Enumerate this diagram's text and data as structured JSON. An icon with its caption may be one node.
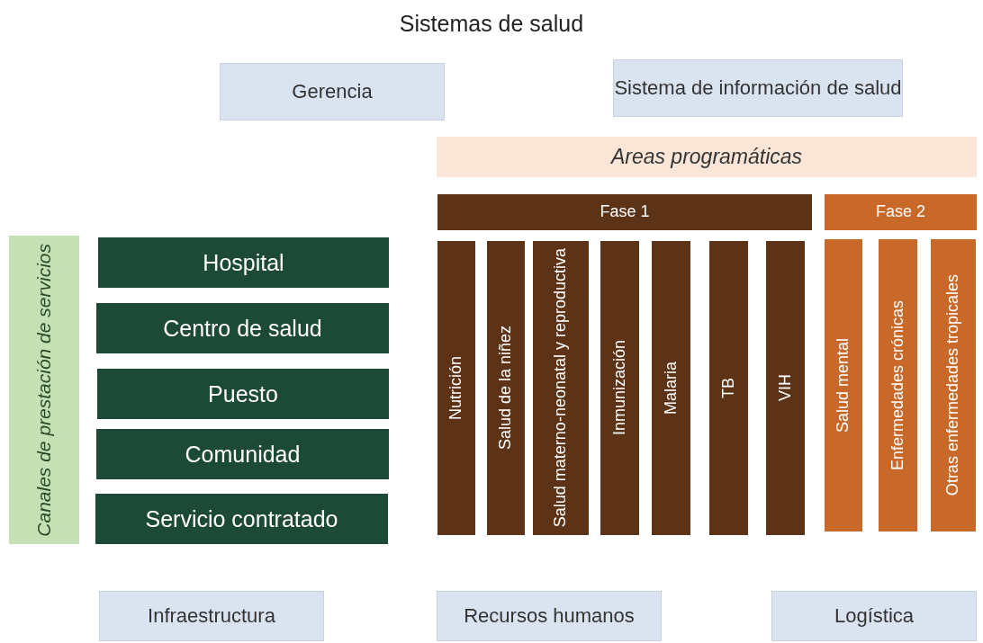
{
  "diagram": {
    "title": "Sistemas de salud",
    "nodes": [
      {
        "text": [
          "Gerencia"
        ]
      },
      {
        "text": [
          "Sistema de información de salud"
        ]
      },
      {
        "text": [
          "Areas programáticas"
        ]
      },
      {
        "text": [
          "Fase 1"
        ]
      },
      {
        "text": [
          "Fase 2"
        ]
      },
      {
        "text": [
          "Canales de prestación de servicios"
        ]
      },
      {
        "text": [
          "Hospital"
        ]
      },
      {
        "text": [
          "Centro de salud"
        ]
      },
      {
        "text": [
          "Puesto"
        ]
      },
      {
        "text": [
          "Comunidad"
        ]
      },
      {
        "text": [
          "Servicio contratado"
        ]
      },
      {
        "text": [
          "Nutrición"
        ]
      },
      {
        "text": [
          "Salud de la niñez"
        ]
      },
      {
        "text": [
          "Salud materno-neonatal y reproductiva"
        ]
      },
      {
        "text": [
          "Inmunización"
        ]
      },
      {
        "text": [
          "Malaria"
        ]
      },
      {
        "text": [
          "TB"
        ]
      },
      {
        "text": [
          "VIH"
        ]
      },
      {
        "text": [
          "Salud mental"
        ]
      },
      {
        "text": [
          "Enfermedades crónicas"
        ]
      },
      {
        "text": [
          "Otras enfermedades tropicales"
        ]
      },
      {
        "text": [
          "Infraestructura"
        ]
      },
      {
        "text": [
          "Recursos humanos"
        ]
      },
      {
        "text": [
          "Logística"
        ]
      }
    ],
    "edges": []
  }
}
